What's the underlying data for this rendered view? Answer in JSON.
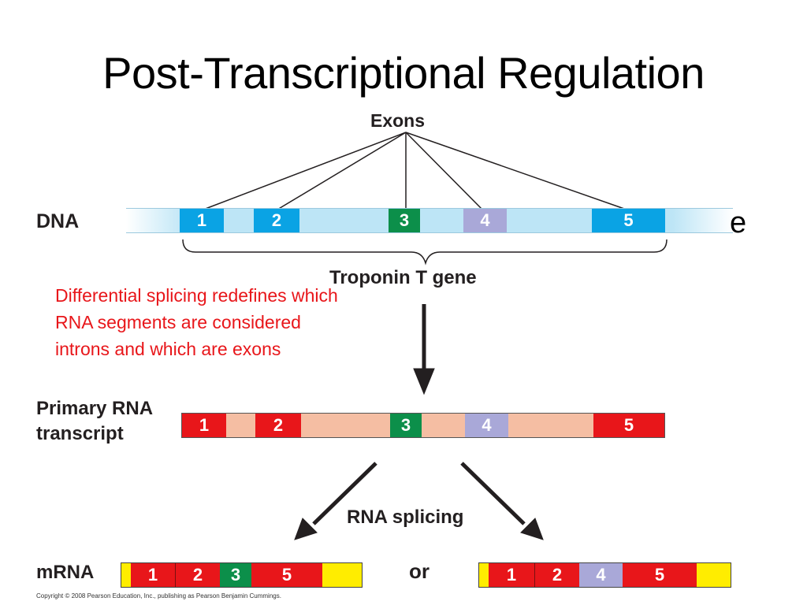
{
  "title": "Post-Transcriptional Regulation",
  "partial_text": "e",
  "labels": {
    "exons": "Exons",
    "dna": "DNA",
    "gene": "Troponin T gene",
    "primary": "Primary RNA transcript",
    "splicing": "RNA splicing",
    "mrna": "mRNA",
    "or": "or"
  },
  "note": "Differential splicing redefines which RNA segments are considered introns and which are exons",
  "copyright": "Copyright © 2008 Pearson Education, Inc., publishing as Pearson Benjamin Cummings.",
  "exon_numbers": [
    "1",
    "2",
    "3",
    "4",
    "5"
  ],
  "mrna_a": [
    "1",
    "2",
    "3",
    "5"
  ],
  "mrna_b": [
    "1",
    "2",
    "4",
    "5"
  ],
  "colors": {
    "dna_exon": "#0aa3e4",
    "exon3": "#0c8f4a",
    "exon4": "#a9a8d8",
    "rna_exon": "#e8161a",
    "intron": "#f5bea3",
    "utr": "#ffed00",
    "note_text": "#e8161a"
  }
}
